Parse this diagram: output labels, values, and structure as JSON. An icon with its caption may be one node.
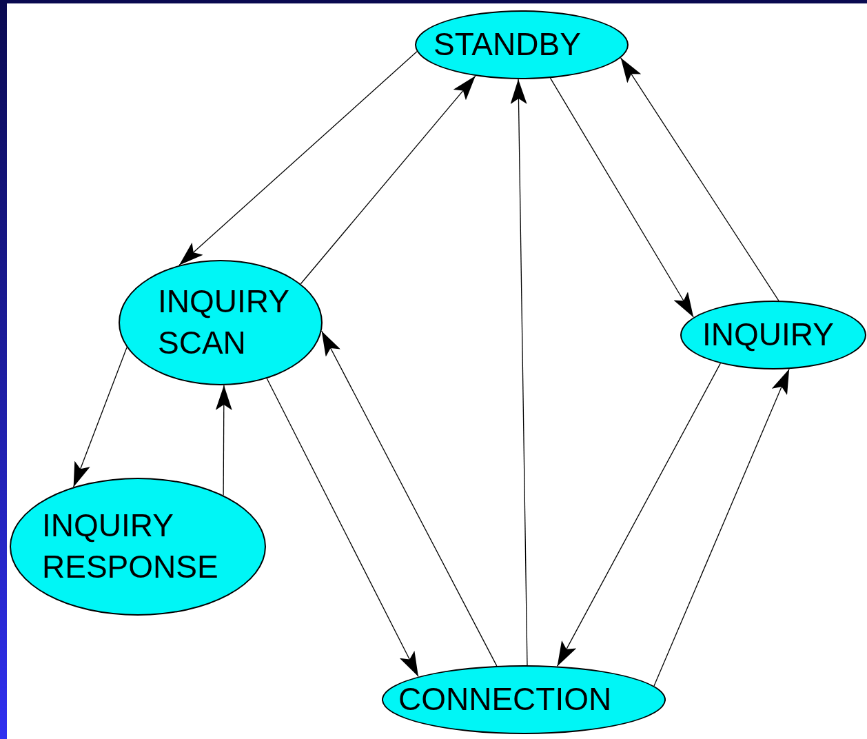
{
  "diagram": {
    "nodes": [
      {
        "text": [
          "STANDBY"
        ]
      },
      {
        "text": [
          "INQUIRY SCAN"
        ]
      },
      {
        "text": [
          "INQUIRY"
        ]
      },
      {
        "text": [
          "INQUIRY RESPONSE"
        ]
      },
      {
        "text": [
          "CONNECTION"
        ]
      }
    ],
    "edges": [
      {
        "from": 0,
        "to": 1,
        "arrow": "to"
      },
      {
        "from": 1,
        "to": 0,
        "arrow": "to"
      },
      {
        "from": 4,
        "to": 0,
        "arrow": "to"
      },
      {
        "from": 0,
        "to": 2,
        "arrow": "to"
      },
      {
        "from": 2,
        "to": 0,
        "arrow": "to"
      },
      {
        "from": 1,
        "to": 3,
        "arrow": "to"
      },
      {
        "from": 3,
        "to": 1,
        "arrow": "to"
      },
      {
        "from": 1,
        "to": 4,
        "arrow": "to"
      },
      {
        "from": 4,
        "to": 1,
        "arrow": "to"
      },
      {
        "from": 2,
        "to": 4,
        "arrow": "to"
      },
      {
        "from": 4,
        "to": 2,
        "arrow": "to"
      }
    ]
  }
}
